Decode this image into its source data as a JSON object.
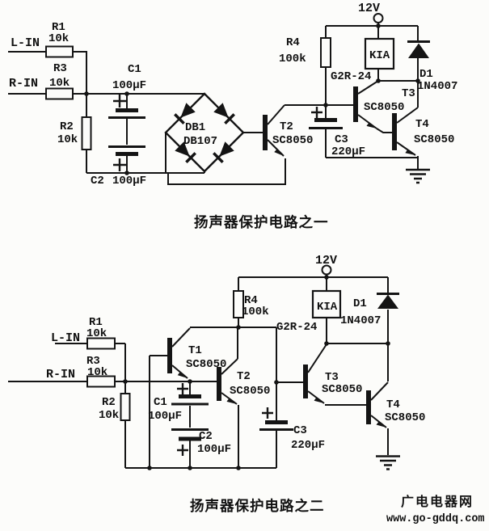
{
  "circuit1": {
    "caption": "扬声器保护电路之一",
    "supply": "12V",
    "l_in": "L-IN",
    "r_in": "R-IN",
    "r1": "R1",
    "r1_val": "10k",
    "r2": "R2",
    "r2_val": "10k",
    "r3": "R3",
    "r3_val": "10k",
    "r4": "R4",
    "r4_val": "100k",
    "c1": "C1",
    "c1_val": "100µF",
    "c2": "C2",
    "c2_val": "100µF",
    "c3": "C3",
    "c3_val": "220µF",
    "bridge": "DB1",
    "bridge_model": "DB107",
    "t2": "T2",
    "t3": "T3",
    "t4": "T4",
    "t_model": "SC8050",
    "relay": "KIA",
    "relay_model": "G2R-24",
    "d1": "D1",
    "d1_model": "1N4007"
  },
  "circuit2": {
    "caption": "扬声器保护电路之二",
    "supply": "12V",
    "l_in": "L-IN",
    "r_in": "R-IN",
    "r1": "R1",
    "r1_val": "10k",
    "r2": "R2",
    "r2_val": "10k",
    "r3": "R3",
    "r3_val": "10k",
    "r4": "R4",
    "r4_val": "100k",
    "c1": "C1",
    "c1_val": "100µF",
    "c2": "C2",
    "c2_val": "100µF",
    "c3": "C3",
    "c3_val": "220µF",
    "t1": "T1",
    "t2": "T2",
    "t3": "T3",
    "t4": "T4",
    "t_model": "SC8050",
    "relay": "KIA",
    "relay_model": "G2R-24",
    "d1": "D1",
    "d1_model": "1N4007"
  },
  "watermark": {
    "site_chars": [
      "广",
      "电",
      "电",
      "器",
      "网"
    ],
    "site_colors": [
      "#f59a9a",
      "#9ed06a",
      "#92aaf2",
      "#f5b06a",
      "#f5a8cc"
    ],
    "url": "www.go-gddq.com",
    "url_color": "#a9c3f5"
  }
}
